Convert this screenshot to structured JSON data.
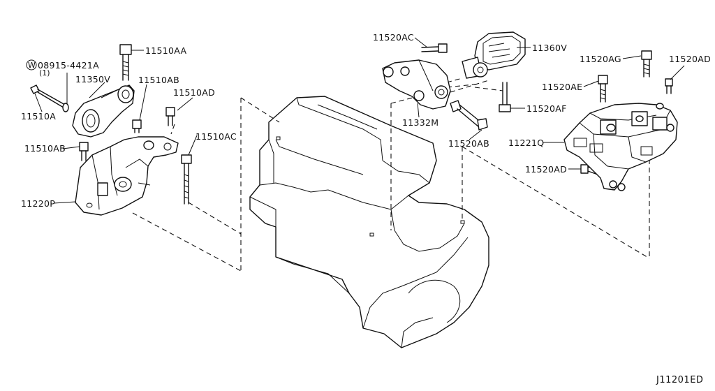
{
  "diagram_code": "J11201ED",
  "washer_symbol": "W",
  "labels": {
    "p_11510AA": "11510AA",
    "p_08915": "08915-4421A",
    "p_qty": "(1)",
    "p_11350V": "11350V",
    "p_11510AB_top": "11510AB",
    "p_11510AD": "11510AD",
    "p_11510A": "11510A",
    "p_11510AC": "11510AC",
    "p_11510AB_left": "11510AB",
    "p_11220P": "11220P",
    "p_11520AC": "11520AC",
    "p_11360V": "11360V",
    "p_11332M": "11332M",
    "p_11520AF": "11520AF",
    "p_11520AB": "11520AB",
    "p_11520AG": "11520AG",
    "p_11520AD_top": "11520AD",
    "p_11520AE": "11520AE",
    "p_11221Q": "11221Q",
    "p_11520AD_bottom": "11520AD"
  }
}
